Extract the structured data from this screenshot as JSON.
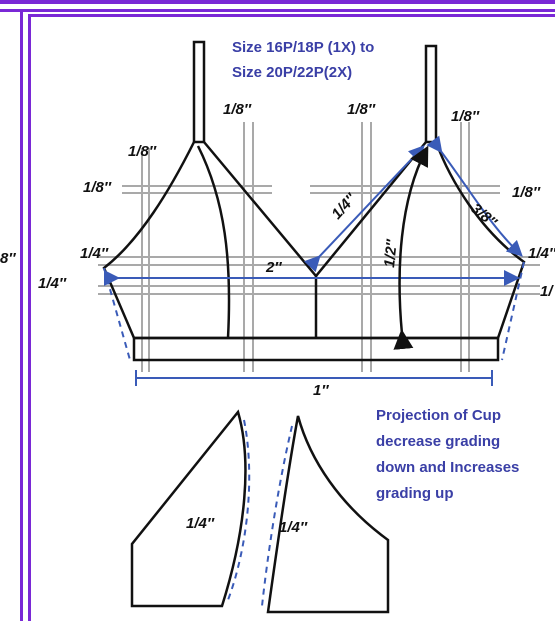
{
  "title": {
    "line1": "Size 16P/18P (1X) to",
    "line2": "Size 20P/22P(2X)"
  },
  "note": {
    "line1": "Projection of Cup",
    "line2": "decrease grading",
    "line3": "down and Increases",
    "line4": "grading up"
  },
  "measurements": {
    "strap_left": "1/8″",
    "strap_right_center": "1/8″",
    "strap_right": "1/8″",
    "left_upper": "1/8″",
    "left_mid": "1/8″",
    "right_mid": "1/8″",
    "diag_upper": "1/4″",
    "diag_right": "3/8″",
    "vertical_half": "1/2″",
    "width_two": "2″",
    "left_side_quarter": "1/4″",
    "left_edge_quarter": "1/4″",
    "right_side_quarter": "1/4″",
    "right_edge_partial": "1/",
    "left_edge_partial": "8″",
    "band_one": "1″",
    "cup_left": "1/4″",
    "cup_right": "1/4″"
  },
  "colors": {
    "border_purple": "#7a28d6",
    "arrow_blue": "#3a5bb8",
    "text_blue": "#3a3fa6",
    "grid_gray": "#a9a9a9",
    "outline": "#111111"
  }
}
